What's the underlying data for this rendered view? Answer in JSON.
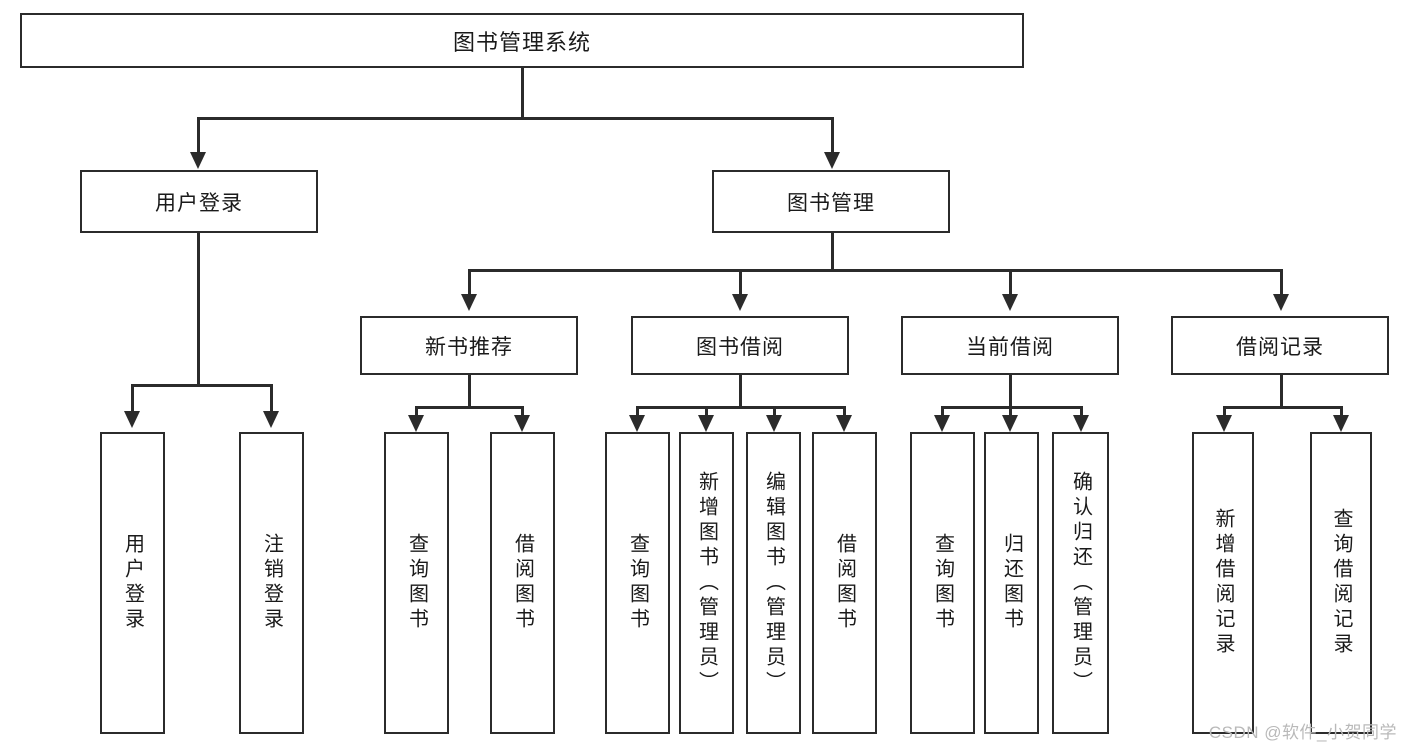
{
  "diagram": {
    "title": "图书管理系统",
    "type": "tree",
    "root": {
      "id": "root",
      "label": "图书管理系统"
    },
    "level1": [
      {
        "id": "user-login",
        "label": "用户登录"
      },
      {
        "id": "book-manage",
        "label": "图书管理"
      }
    ],
    "level2": [
      {
        "id": "new-book-recommend",
        "label": "新书推荐",
        "parent": "book-manage"
      },
      {
        "id": "book-borrow",
        "label": "图书借阅",
        "parent": "book-manage"
      },
      {
        "id": "current-borrow",
        "label": "当前借阅",
        "parent": "book-manage"
      },
      {
        "id": "borrow-record",
        "label": "借阅记录",
        "parent": "book-manage"
      }
    ],
    "leaves": {
      "user_login": [
        {
          "id": "leaf-user-login",
          "label": "用户登录"
        },
        {
          "id": "leaf-user-logout",
          "label": "注销登录"
        }
      ],
      "new_book_recommend": [
        {
          "id": "leaf-query-book-1",
          "label": "查询图书"
        },
        {
          "id": "leaf-borrow-book-1",
          "label": "借阅图书"
        }
      ],
      "book_borrow": [
        {
          "id": "leaf-query-book-2",
          "label": "查询图书"
        },
        {
          "id": "leaf-add-book",
          "label": "新增图书（管理员）"
        },
        {
          "id": "leaf-edit-book",
          "label": "编辑图书（管理员）"
        },
        {
          "id": "leaf-borrow-book-2",
          "label": "借阅图书"
        }
      ],
      "current_borrow": [
        {
          "id": "leaf-query-book-3",
          "label": "查询图书"
        },
        {
          "id": "leaf-return-book",
          "label": "归还图书"
        },
        {
          "id": "leaf-confirm-return",
          "label": "确认归还（管理员）"
        }
      ],
      "borrow_record": [
        {
          "id": "leaf-add-record",
          "label": "新增借阅记录"
        },
        {
          "id": "leaf-query-record",
          "label": "查询借阅记录"
        }
      ]
    }
  },
  "watermark": {
    "text": "CSDN @软件_小贺同学"
  },
  "colors": {
    "stroke": "#2b2b2b",
    "background": "#ffffff",
    "text": "#1a1a1a",
    "watermark": "#b9b9b9"
  }
}
